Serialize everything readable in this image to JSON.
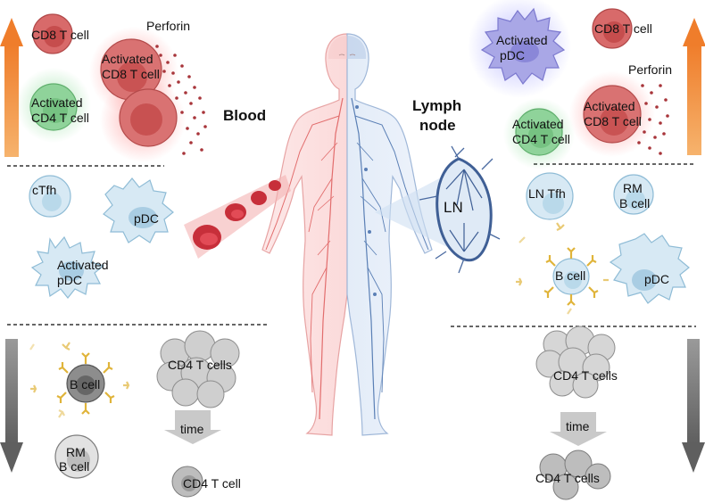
{
  "titles": {
    "blood": "Blood",
    "lymph_line1": "Lymph",
    "lymph_line2": "node",
    "ln": "LN"
  },
  "left_top": {
    "cd8": "CD8 T cell",
    "perforin": "Perforin",
    "act_cd8_l1": "Activated",
    "act_cd8_l2": "CD8 T cell",
    "act_cd4_l1": "Activated",
    "act_cd4_l2": "CD4 T cell"
  },
  "left_mid": {
    "ctfh": "cTfh",
    "pdc": "pDC",
    "act_pdc_l1": "Activated",
    "act_pdc_l2": "pDC"
  },
  "left_bottom": {
    "bcell": "B cell",
    "rm_l1": "RM",
    "rm_l2": "B cell",
    "cd4_cells": "CD4 T cells",
    "time": "time",
    "cd4_cell": "CD4 T cell"
  },
  "right_top": {
    "act_pdc_l1": "Activated",
    "act_pdc_l2": "pDC",
    "cd8": "CD8 T cell",
    "perforin": "Perforin",
    "act_cd4_l1": "Activated",
    "act_cd4_l2": "CD4 T cell",
    "act_cd8_l1": "Activated",
    "act_cd8_l2": "CD8 T cell"
  },
  "right_mid": {
    "ln_tfh": "LN Tfh",
    "rm_l1": "RM",
    "rm_l2": "B cell",
    "bcell": "B cell",
    "pdc": "pDC"
  },
  "right_bottom": {
    "cd4_cells_top": "CD4 T cells",
    "time": "time",
    "cd4_cells_bottom": "CD4 T cells"
  },
  "colors": {
    "red_cell": "#d9534f",
    "green_cell": "#7cc98a",
    "blue_cell": "#b9d9ea",
    "purple_cell": "#8f8ddb",
    "up_arrow": "#f08a3c",
    "down_arrow": "#6f6f6f",
    "antibody": "#e0b43a"
  }
}
